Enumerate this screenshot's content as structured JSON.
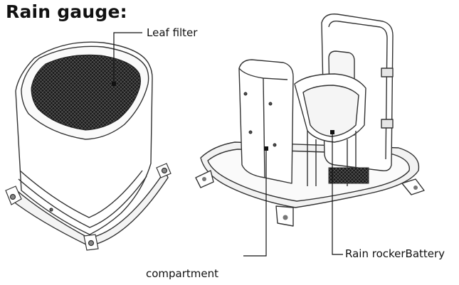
{
  "title": "Rain gauge:",
  "labels": {
    "leaf_filter": "Leaf filter",
    "rain_rocker_battery": "Rain rockerBattery",
    "compartment": "compartment"
  }
}
